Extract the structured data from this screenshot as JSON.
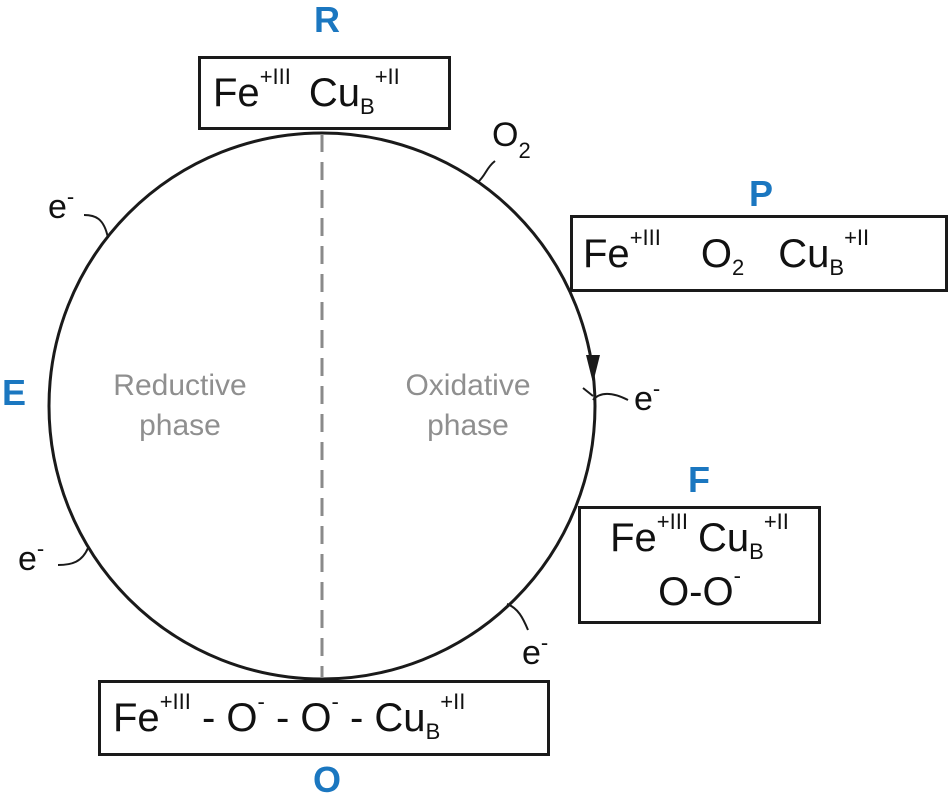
{
  "states": {
    "R": {
      "label": "R",
      "species": [
        "Fe",
        "+III",
        "Cu",
        "B",
        "+II"
      ]
    },
    "P": {
      "label": "P",
      "species": [
        "Fe",
        "+III",
        "O",
        "2",
        "Cu",
        "B",
        "+II"
      ]
    },
    "F": {
      "label": "F",
      "line1": [
        "Fe",
        "+III",
        "Cu",
        "B",
        "+II"
      ],
      "line2": [
        "O-O",
        "-"
      ]
    },
    "O": {
      "label": "O",
      "species": [
        "Fe",
        "+III",
        " - O",
        "-",
        " - O",
        "-",
        " - Cu",
        "B",
        "+II"
      ]
    },
    "E": {
      "label": "E"
    }
  },
  "phases": {
    "reductive": [
      "Reductive",
      "phase"
    ],
    "oxidative": [
      "Oxidative",
      "phase"
    ]
  },
  "transitions": {
    "o2": {
      "base": "O",
      "sub": "2"
    },
    "electron": {
      "base": "e",
      "sup": "-"
    }
  },
  "colors": {
    "state_label": "#1b77c0",
    "line": "#1a1a1a",
    "phase_text": "#8f8f8f",
    "divider": "#8a8a8a"
  }
}
